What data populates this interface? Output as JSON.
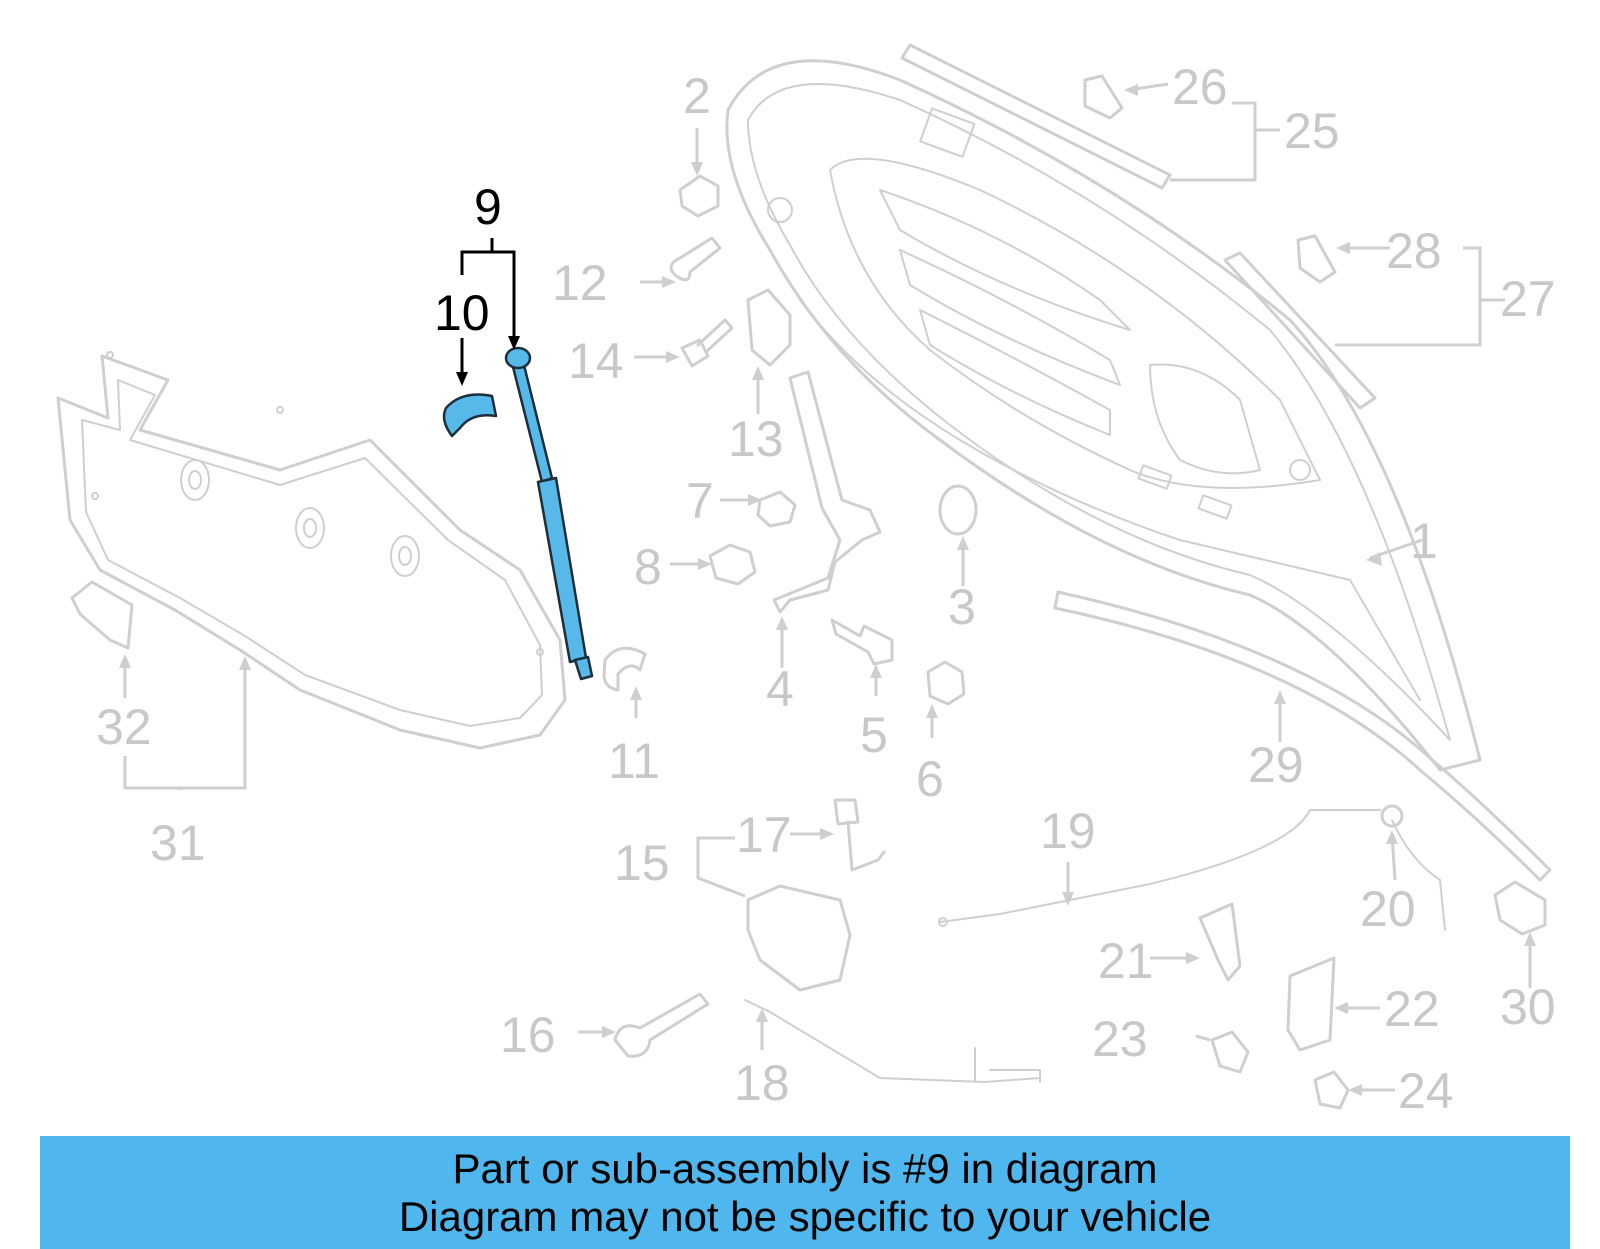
{
  "callouts": {
    "c1": "1",
    "c2": "2",
    "c3": "3",
    "c4": "4",
    "c5": "5",
    "c6": "6",
    "c7": "7",
    "c8": "8",
    "c9": "9",
    "c10": "10",
    "c11": "11",
    "c12": "12",
    "c13": "13",
    "c14": "14",
    "c15": "15",
    "c16": "16",
    "c17": "17",
    "c18": "18",
    "c19": "19",
    "c20": "20",
    "c21": "21",
    "c22": "22",
    "c23": "23",
    "c24": "24",
    "c25": "25",
    "c26": "26",
    "c27": "27",
    "c28": "28",
    "c29": "29",
    "c30": "30",
    "c31": "31",
    "c32": "32"
  },
  "highlighted_part": "9",
  "colors": {
    "highlight": "#57b8ea",
    "banner": "#4fb7ee",
    "part_outline": "#cfcfcf",
    "callout_text": "#c8c8c8"
  },
  "banner": {
    "line1": "Part or sub-assembly is #9 in diagram",
    "line2": "Diagram may not be specific to your vehicle"
  }
}
